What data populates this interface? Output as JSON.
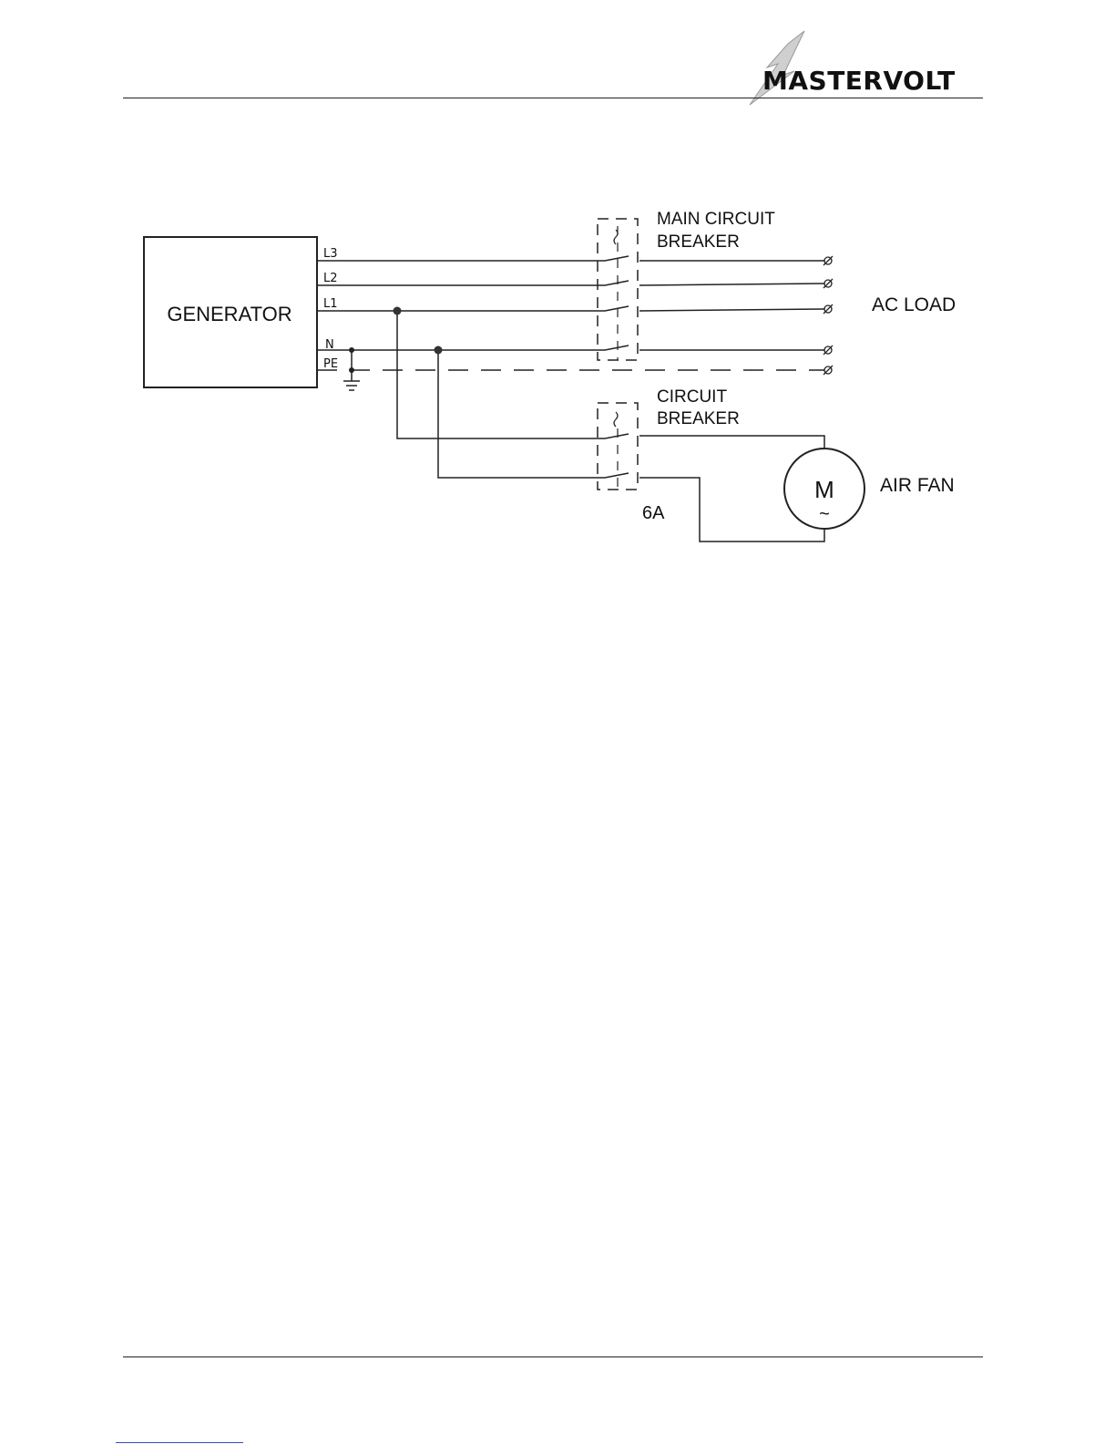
{
  "header": {
    "logo_text": "MASTERVOLT"
  },
  "diagram": {
    "generator_label": "GENERATOR",
    "wire_labels": [
      "L3",
      "L2",
      "L1",
      "N",
      "PE"
    ],
    "main_breaker_label": [
      "MAIN CIRCUIT",
      "BREAKER"
    ],
    "breaker_label": [
      "CIRCUIT",
      "BREAKER"
    ],
    "breaker_rating": "6A",
    "load_label": "AC LOAD",
    "fan_label": "AIR FAN",
    "motor_letter": "M",
    "motor_symbol": "~"
  }
}
